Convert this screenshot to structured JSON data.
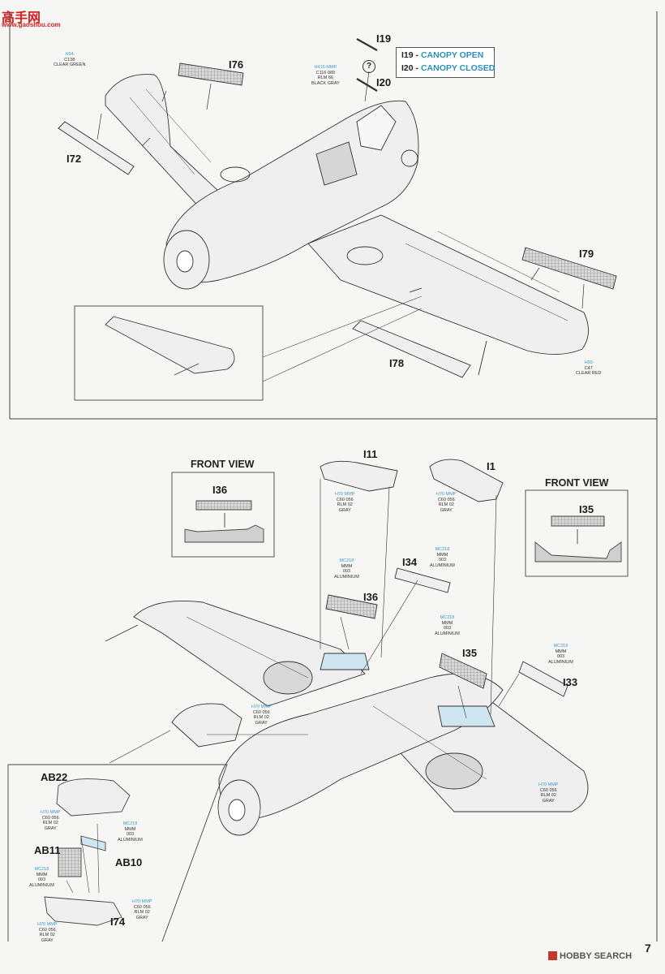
{
  "watermark": {
    "site_cn": "高手网",
    "site_url": "www.gaoshou.com"
  },
  "legend": [
    {
      "part": "I19",
      "sep": " - ",
      "label": "CANOPY OPEN"
    },
    {
      "part": "I20",
      "sep": " - ",
      "label": "CANOPY CLOSED"
    }
  ],
  "question_mark": "?",
  "top_parts": {
    "i19": "I19",
    "i20": "I20",
    "i76": "I76",
    "i72": "I72",
    "i79": "I79",
    "i78": "I78"
  },
  "top_paints": {
    "clear_green": [
      "H94",
      "C138",
      "CLEAR GREEN"
    ],
    "black_gray": [
      "H416 MMP",
      "C116 089",
      "RLM 66",
      "BLACK GRAY"
    ],
    "clear_red": [
      "H90",
      "C47",
      "CLEAR RED"
    ]
  },
  "bottom_parts": {
    "i11": "I11",
    "i1": "I1",
    "i36_front": "I36",
    "i35_front": "I35",
    "i34": "I34",
    "i36": "I36",
    "i35": "I35",
    "i33": "I33",
    "ab22": "AB22",
    "ab11": "AB11",
    "ab10": "AB10",
    "i74": "I74"
  },
  "front_view_label": "FRONT VIEW",
  "rlm02": [
    "H70 MMP",
    "C60 056",
    "RLM 02",
    "GRAY"
  ],
  "aluminium": [
    "MC218",
    "MMM",
    "003",
    "ALUMINIUM"
  ],
  "footer": {
    "publisher": "HOBBY SEARCH",
    "page_number": "7"
  }
}
